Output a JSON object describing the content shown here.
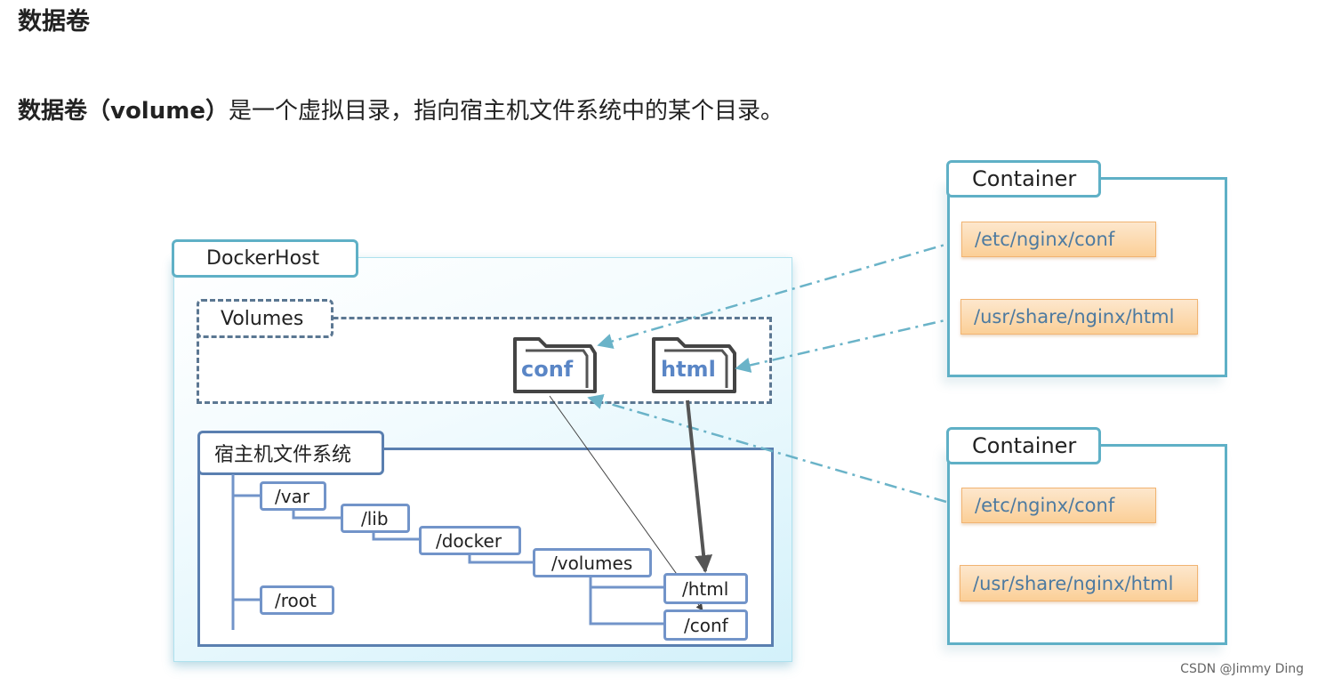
{
  "heading": "数据卷",
  "intro": {
    "bold": "数据卷（volume）",
    "rest": "是一个虚拟目录，指向宿主机文件系统中的某个目录。"
  },
  "docker_host": {
    "title": "DockerHost",
    "volumes_title": "Volumes",
    "folders": [
      "conf",
      "html"
    ],
    "fs_title": "宿主机文件系统",
    "fs_nodes": {
      "var": "/var",
      "lib": "/lib",
      "docker": "/docker",
      "volumes": "/volumes",
      "html": "/html",
      "conf": "/conf",
      "root": "/root"
    }
  },
  "containers": [
    {
      "title": "Container",
      "paths": [
        "/etc/nginx/conf",
        "/usr/share/nginx/html"
      ]
    },
    {
      "title": "Container",
      "paths": [
        "/etc/nginx/conf",
        "/usr/share/nginx/html"
      ]
    }
  ],
  "watermark": "CSDN @Jimmy Ding",
  "colors": {
    "tab_border": "#5fb0c6",
    "fs_border": "#5a7fb0",
    "dashed_border": "#5b7792",
    "chip_fill": "#fbcf97",
    "chip_text": "#4d7aa0",
    "folder_text": "#5a86c6",
    "link_line": "#6ab3c8"
  }
}
